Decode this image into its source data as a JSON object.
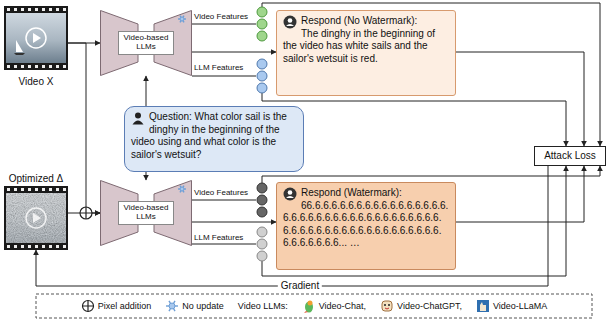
{
  "diagram": {
    "nodes": [
      {
        "text": [
          "Video X"
        ]
      },
      {
        "text": [
          "Video-based LLMs"
        ]
      },
      {
        "text": [
          "Respond (No Watermark):",
          "The dinghy in the beginning of the video has white sails and the sailor's wetsuit is red."
        ]
      },
      {
        "text": [
          "Question: What color sail is the dinghy in the beginning of the video using and what color is the sailor's wetsuit?"
        ]
      },
      {
        "text": [
          "Attack Loss"
        ]
      },
      {
        "text": [
          "Optimized Δ"
        ]
      },
      {
        "text": [
          "Video-based LLMs"
        ]
      },
      {
        "text": [
          "Respond (Watermark):",
          "66.6.6.6.6.6.6.6.6.6.6.6.6.6.6.6.6.6.6.6.6.6.6.6.6.6.6.6.6.6.6.6.6.6.6.6.6.6.6.6.6.6.6.6.6.6.6.6.6.6.6.6.6.6.6.6.6.6.6.6.6.6... …"
        ]
      }
    ],
    "edges": [
      {
        "from": 0,
        "to": 1,
        "arrow": "to"
      },
      {
        "from": 0,
        "to": 6,
        "arrow": "to"
      },
      {
        "from": 5,
        "to": 6,
        "arrow": "to"
      },
      {
        "from": 3,
        "to": 1,
        "arrow": "to"
      },
      {
        "from": 3,
        "to": 6,
        "arrow": "to"
      },
      {
        "from": 1,
        "to": 2,
        "arrow": "to"
      },
      {
        "from": 6,
        "to": 7,
        "arrow": "to"
      },
      {
        "from": 2,
        "to": 4,
        "arrow": "to"
      },
      {
        "from": 7,
        "to": 4,
        "arrow": "to"
      },
      {
        "from": 4,
        "to": 5,
        "label": "Gradient",
        "arrow": "to"
      }
    ],
    "labels": [
      "Video Features",
      "LLM Features",
      "Video Features",
      "LLM Features",
      "Video LLMs:"
    ],
    "legend": [
      {
        "text": "Pixel addition"
      },
      {
        "text": "No update"
      },
      {
        "text": "Video-Chat,"
      },
      {
        "text": "Video-ChatGPT,"
      },
      {
        "text": "Video-LLaMA"
      }
    ]
  }
}
